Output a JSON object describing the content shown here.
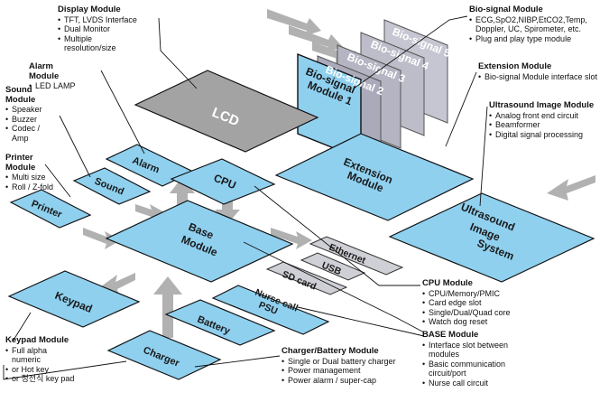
{
  "modules": {
    "lcd": "LCD",
    "alarm": "Alarm",
    "sound": "Sound",
    "printer": "Printer",
    "keypad": "Keypad",
    "cpu": "CPU",
    "base_line1": "Base",
    "base_line2": "Module",
    "extension_line1": "Extension",
    "extension_line2": "Module",
    "ultrasound_line1": "Ultrasound",
    "ultrasound_line2": "Image",
    "ultrasound_line3": "System",
    "ethernet": "Ethernet",
    "usb": "USB",
    "sd_card": "SD card",
    "nurse_call_line1": "Nurse call",
    "nurse_call_line2": "PSU",
    "battery": "Battery",
    "charger": "Charger",
    "biosignal_front_line1": "Bio-signal",
    "biosignal_front_line2": "Module 1",
    "biosignal_2": "Bio-signal 2",
    "biosignal_3": "Bio-signal 3",
    "biosignal_4": "Bio-signal 4",
    "biosignal_5": "Bio-signal 5"
  },
  "annotations": {
    "display": {
      "title": "Display Module",
      "items": [
        "TFT, LVDS Interface",
        "Dual Monitor",
        "Multiple resolution/size"
      ]
    },
    "alarm": {
      "title": "Alarm Module",
      "items": [
        "LED LAMP"
      ]
    },
    "sound": {
      "title": "Sound Module",
      "items": [
        "Speaker",
        "Buzzer",
        "Codec / Amp"
      ]
    },
    "printer": {
      "title": "Printer Module",
      "items": [
        "Multi size",
        "Roll / Z-fold"
      ]
    },
    "keypad": {
      "title": "Keypad Module",
      "items": [
        "Full alpha numeric",
        "or Hot key",
        "or 정전식 key pad"
      ]
    },
    "biosignal": {
      "title": "Bio-signal Module",
      "items": [
        "ECG,SpO2,NIBP,EtCO2,Temp, Doppler, UC, Spirometer, etc.",
        "Plug and play type module"
      ]
    },
    "extension": {
      "title": "Extension Module",
      "items": [
        "Bio-signal Module interface slot"
      ]
    },
    "ultrasound": {
      "title": "Ultrasound Image Module",
      "items": [
        "Analog front end circuit",
        "Beamformer",
        "Digital signal processing"
      ]
    },
    "cpu": {
      "title": "CPU Module",
      "items": [
        "CPU/Memory/PMIC",
        "Card edge slot",
        "Single/Dual/Quad core",
        "Watch dog reset"
      ]
    },
    "base": {
      "title": "BASE Module",
      "items": [
        "Interface slot between modules",
        "Basic communication circuit/port",
        "Nurse call circuit"
      ]
    },
    "charger": {
      "title": "Charger/Battery Module",
      "items": [
        "Single or Dual battery charger",
        "Power management",
        "Power alarm / super-cap"
      ]
    }
  },
  "colors": {
    "module_fill": "#8fd0ef",
    "lcd_fill": "#a3a3a3",
    "outline": "#111111",
    "arrow": "#a9a9a9",
    "card_fill": "#b8b8c6"
  }
}
